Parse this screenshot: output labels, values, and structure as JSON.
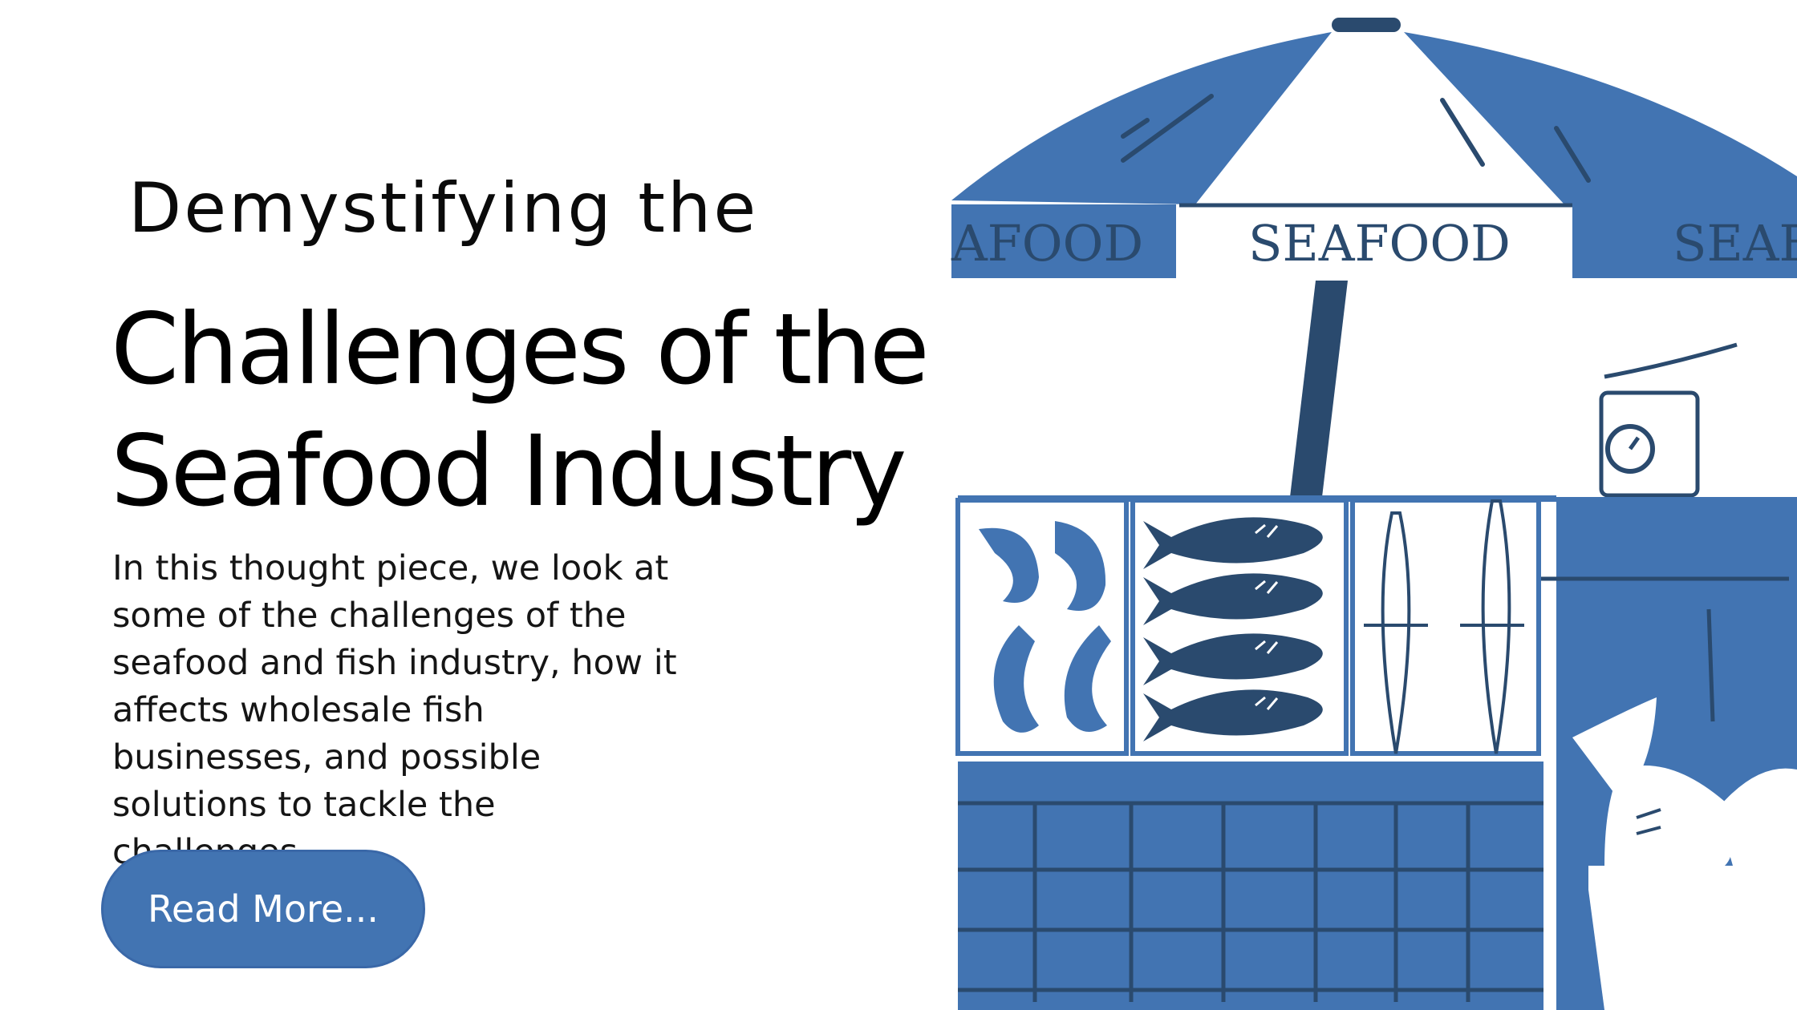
{
  "hero": {
    "subtitle": "Demystifying the",
    "title_line1": "Challenges of the",
    "title_line2": "Seafood Industry",
    "description": "In this thought piece, we look at some of the challenges of the seafood and fish industry, how it affects wholesale fish businesses, and possible solutions to tackle the challenges.",
    "button_label": "Read More..."
  },
  "illustration": {
    "umbrella_left_text": "AFOOD",
    "umbrella_center_text": "SEAFOOD",
    "umbrella_right_text": "SEAF"
  },
  "colors": {
    "accent": "#4274b2",
    "dark_blue": "#2a4a6e",
    "text": "#000000",
    "background": "#ffffff"
  }
}
